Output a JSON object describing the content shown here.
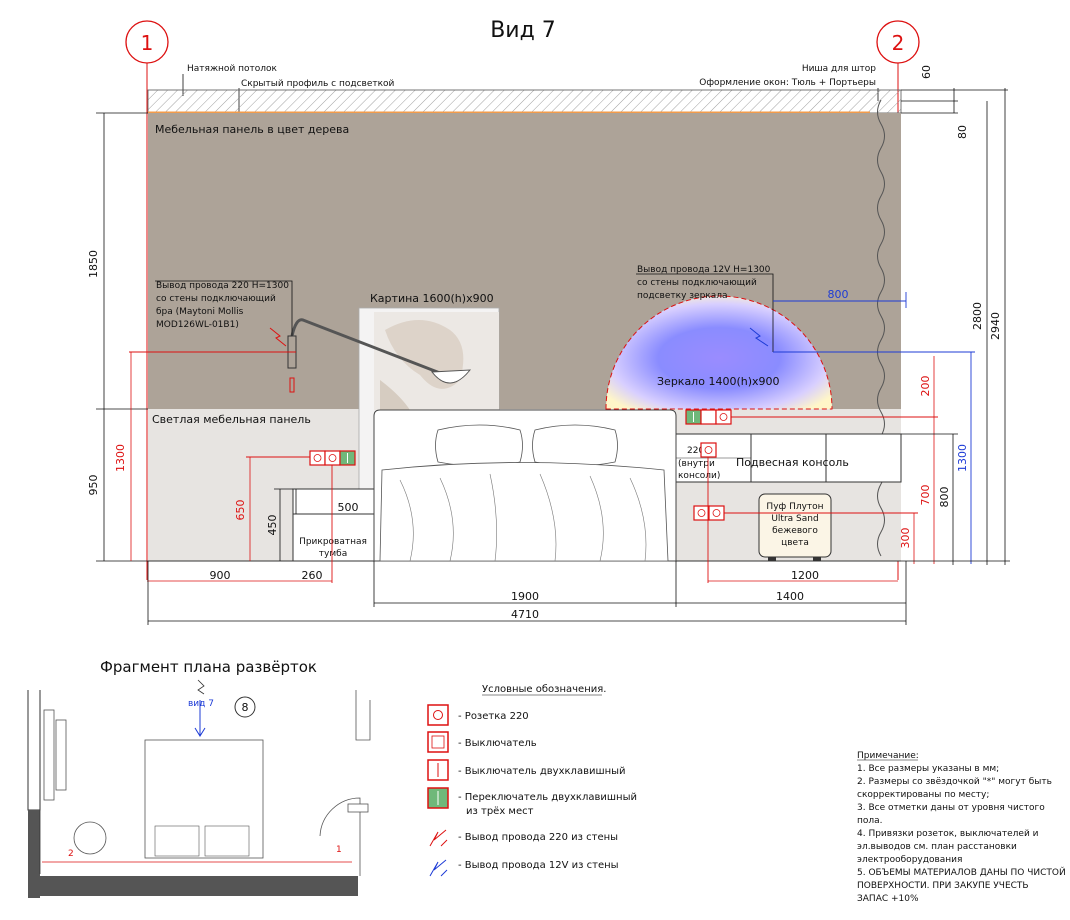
{
  "view_title": "Вид 7",
  "axes": {
    "a": "1",
    "b": "2"
  },
  "top_labels": {
    "ceiling": "Натяжной потолок",
    "profile": "Скрытый профиль с подсветкой",
    "niche1": "Ниша для штор",
    "niche2": "Оформление окон: Тюль + Портьеры"
  },
  "wall": {
    "upper": "Мебельная панель в цвет дерева",
    "lower": "Светлая мебельная панель"
  },
  "notes": {
    "w220_1": "Вывод провода 220 Н=1300",
    "w220_2": "со стены подключающий",
    "w220_3": "бра (Maytoni Mollis",
    "w220_4": "MOD126WL-01B1)",
    "w12_1": "Вывод провода 12V Н=1300",
    "w12_2": "со стены подключающий",
    "w12_3": "подсветку зеркала"
  },
  "items": {
    "painting": "Картина 1600(h)x900",
    "mirror": "Зеркало 1400(h)x900",
    "console": "Подвесная консоль",
    "bedside1": "Прикроватная",
    "bedside2": "тумба",
    "c220_1": "220",
    "c220_2": "(внутри",
    "c220_3": "консоли)",
    "pouf1": "Пуф Плутон",
    "pouf2": "Ultra Sand",
    "pouf3": "бежевого",
    "pouf4": "цвета"
  },
  "dims": {
    "d60": "60",
    "d80": "80",
    "d2800": "2800",
    "d2940": "2940",
    "d1850": "1850",
    "d950": "950",
    "d1300l": "1300",
    "d650": "650",
    "d450": "450",
    "d500": "500",
    "d900": "900",
    "d260": "260",
    "d1900": "1900",
    "d1400": "1400",
    "d4710": "4710",
    "d800h": "800",
    "d200": "200",
    "d1300r": "1300",
    "d800v": "800",
    "d700": "700",
    "d300": "300",
    "d1200": "1200"
  },
  "plan": {
    "title": "Фрагмент плана развёрток",
    "view": "вид 7",
    "circle": "8",
    "m1": "1",
    "m2": "2"
  },
  "legend": {
    "title": "Условные обозначения.",
    "socket": "- Розетка 220",
    "switch": "- Выключатель",
    "switch2": "- Выключатель двухклавишный",
    "pass1": "- Переключатель двухклавишный",
    "pass2": "из трёх мест",
    "w220": "- Вывод провода 220 из стены",
    "w12": "- Вывод провода 12V из стены"
  },
  "remarks": {
    "title": "Примечание:",
    "l1": "1. Все размеры указаны в мм;",
    "l2": "2. Размеры со звёздочкой \"*\" могут быть",
    "l3": "скорректированы по месту;",
    "l4": "3. Все отметки даны от уровня чистого",
    "l5": "пола.",
    "l6": "4. Привязки розеток, выключателей и",
    "l7": "эл.выводов см. план расстановки",
    "l8": "электрооборудования",
    "l9": "5. ОБЪЕМЫ МАТЕРИАЛОВ ДАНЫ ПО ЧИСТОЙ",
    "l10": "ПОВЕРХНОСТИ. ПРИ ЗАКУПЕ УЧЕСТЬ",
    "l11": "ЗАПАС +10%"
  },
  "colors": {
    "wood_panel": "#ada398",
    "light_panel": "#e7e4e1",
    "red": "#d11111",
    "blue": "#1d3bd6",
    "green": "#6fb87a",
    "ceiling_strip": "#f29b4a"
  }
}
